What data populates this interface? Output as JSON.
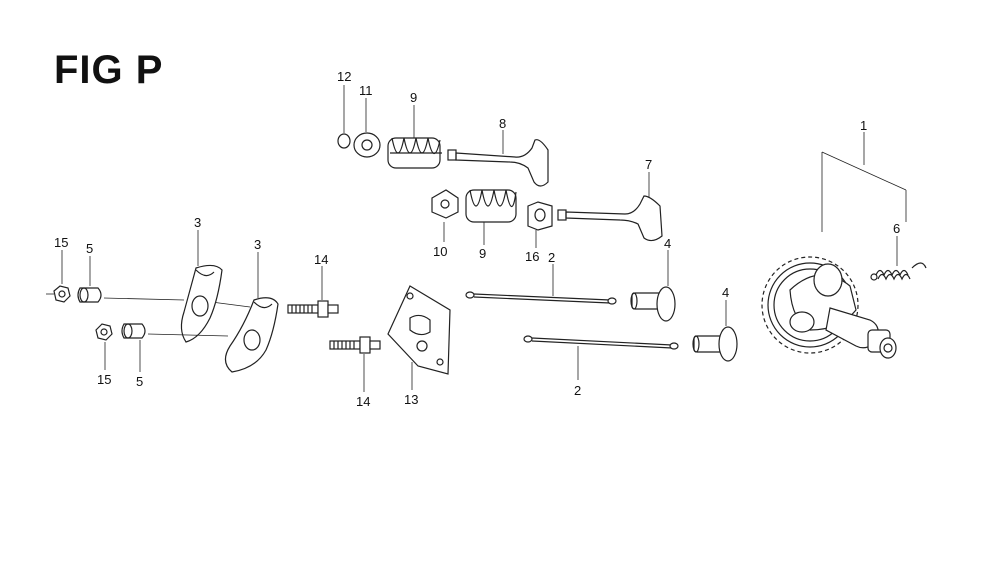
{
  "figure": {
    "title": "FIG P",
    "callouts": {
      "c1": "1",
      "c2a": "2",
      "c2b": "2",
      "c3a": "3",
      "c3b": "3",
      "c4a": "4",
      "c4b": "4",
      "c5a": "5",
      "c5b": "5",
      "c6": "6",
      "c7": "7",
      "c8": "8",
      "c9a": "9",
      "c9b": "9",
      "c10": "10",
      "c11": "11",
      "c12": "12",
      "c13": "13",
      "c14a": "14",
      "c14b": "14",
      "c15a": "15",
      "c15b": "15",
      "c16": "16"
    }
  }
}
